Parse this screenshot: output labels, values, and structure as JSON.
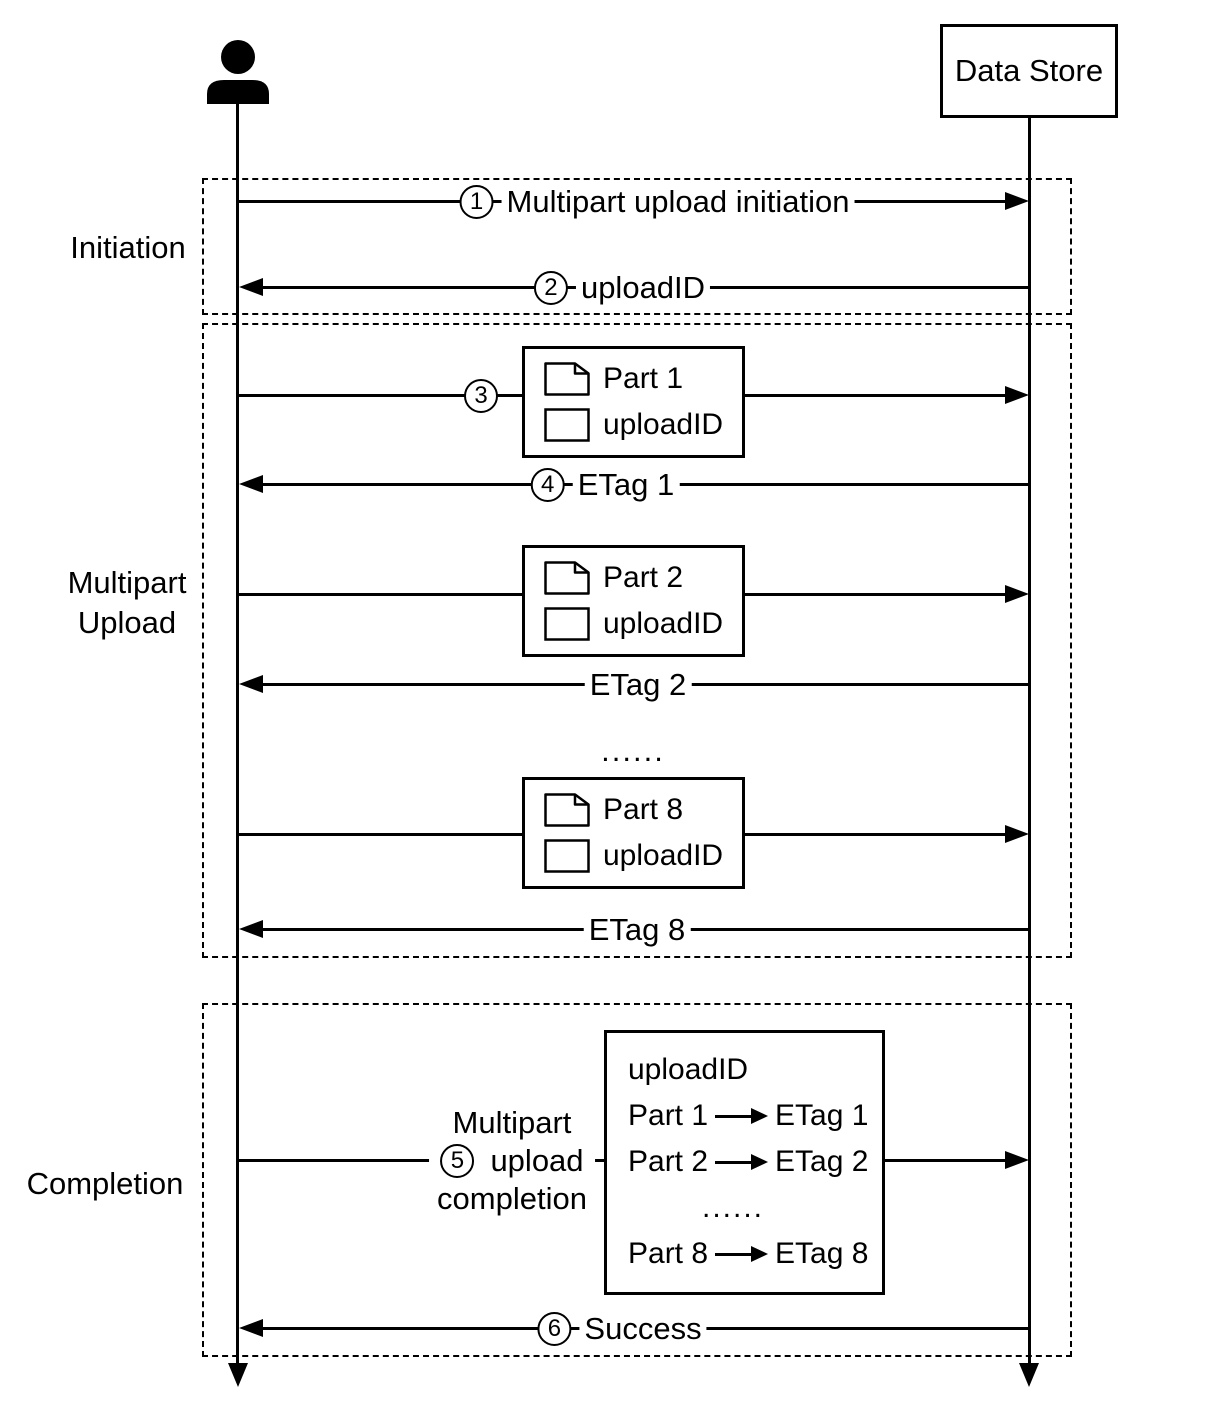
{
  "actors": {
    "user": {
      "icon": "person-icon"
    },
    "datastore": {
      "label": "Data Store"
    }
  },
  "sections": {
    "initiation": {
      "label": "Initiation"
    },
    "multipart_upload": {
      "label_line1": "Multipart",
      "label_line2": "Upload"
    },
    "completion": {
      "label": "Completion"
    }
  },
  "messages": {
    "m1": {
      "num": "1",
      "label": "Multipart upload initiation"
    },
    "m2": {
      "num": "2",
      "label": "uploadID"
    },
    "m3": {
      "num": "3"
    },
    "m4": {
      "num": "4",
      "label": "ETag 1"
    },
    "etag2": {
      "label": "ETag 2"
    },
    "etag8": {
      "label": "ETag 8"
    },
    "m5": {
      "num": "5",
      "label_line1": "Multipart",
      "label_line2": "upload",
      "label_line3": "completion"
    },
    "m6": {
      "num": "6",
      "label": "Success"
    }
  },
  "part_boxes": {
    "part1": {
      "part_label": "Part 1",
      "id_label": "uploadID"
    },
    "part2": {
      "part_label": "Part 2",
      "id_label": "uploadID"
    },
    "part8": {
      "part_label": "Part 8",
      "id_label": "uploadID"
    }
  },
  "ellipsis": "......",
  "completion_box": {
    "title": "uploadID",
    "rows": [
      {
        "from": "Part 1",
        "to": "ETag 1"
      },
      {
        "from": "Part 2",
        "to": "ETag 2"
      },
      {
        "from": "Part 8",
        "to": "ETag 8"
      }
    ],
    "ellipsis": "......"
  },
  "icons": {
    "user": "person-icon",
    "part_file": "document-icon",
    "upload_id": "square-icon",
    "mapping": "arrow-right-icon"
  },
  "colors": {
    "line": "#000000",
    "background": "#ffffff"
  }
}
